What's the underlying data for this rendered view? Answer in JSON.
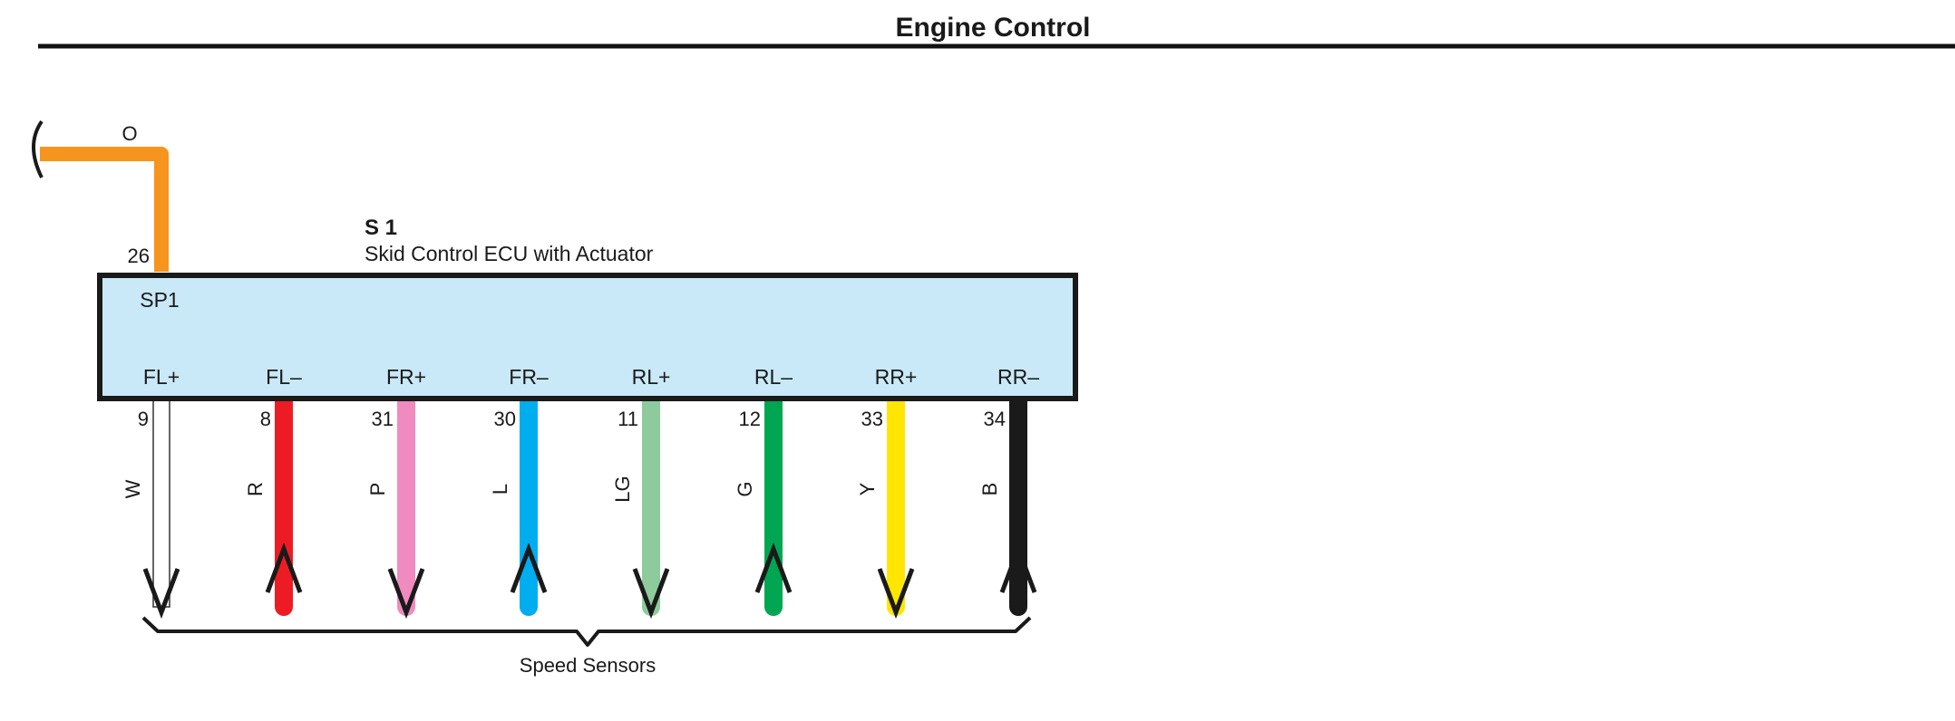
{
  "header": {
    "title": "Engine Control"
  },
  "source_wire": {
    "color_code": "O",
    "color_hex": "#F7941D",
    "pin": "26",
    "terminal": "SP1"
  },
  "component": {
    "id": "S 1",
    "name": "Skid Control ECU with Actuator",
    "fill": "#C9E9F8"
  },
  "wires": [
    {
      "terminal": "FL+",
      "pin": "9",
      "color_code": "W",
      "color_hex": "#FFFFFF",
      "arrow": "down"
    },
    {
      "terminal": "FL–",
      "pin": "8",
      "color_code": "R",
      "color_hex": "#ED1C24",
      "arrow": "up"
    },
    {
      "terminal": "FR+",
      "pin": "31",
      "color_code": "P",
      "color_hex": "#F08BBF",
      "arrow": "down"
    },
    {
      "terminal": "FR–",
      "pin": "30",
      "color_code": "L",
      "color_hex": "#00AEEF",
      "arrow": "up"
    },
    {
      "terminal": "RL+",
      "pin": "11",
      "color_code": "LG",
      "color_hex": "#8DCB9C",
      "arrow": "down"
    },
    {
      "terminal": "RL–",
      "pin": "12",
      "color_code": "G",
      "color_hex": "#00A651",
      "arrow": "up"
    },
    {
      "terminal": "RR+",
      "pin": "33",
      "color_code": "Y",
      "color_hex": "#FFE600",
      "arrow": "down"
    },
    {
      "terminal": "RR–",
      "pin": "34",
      "color_code": "B",
      "color_hex": "#1A1A1A",
      "arrow": "up"
    }
  ],
  "bracket_label": "Speed Sensors"
}
